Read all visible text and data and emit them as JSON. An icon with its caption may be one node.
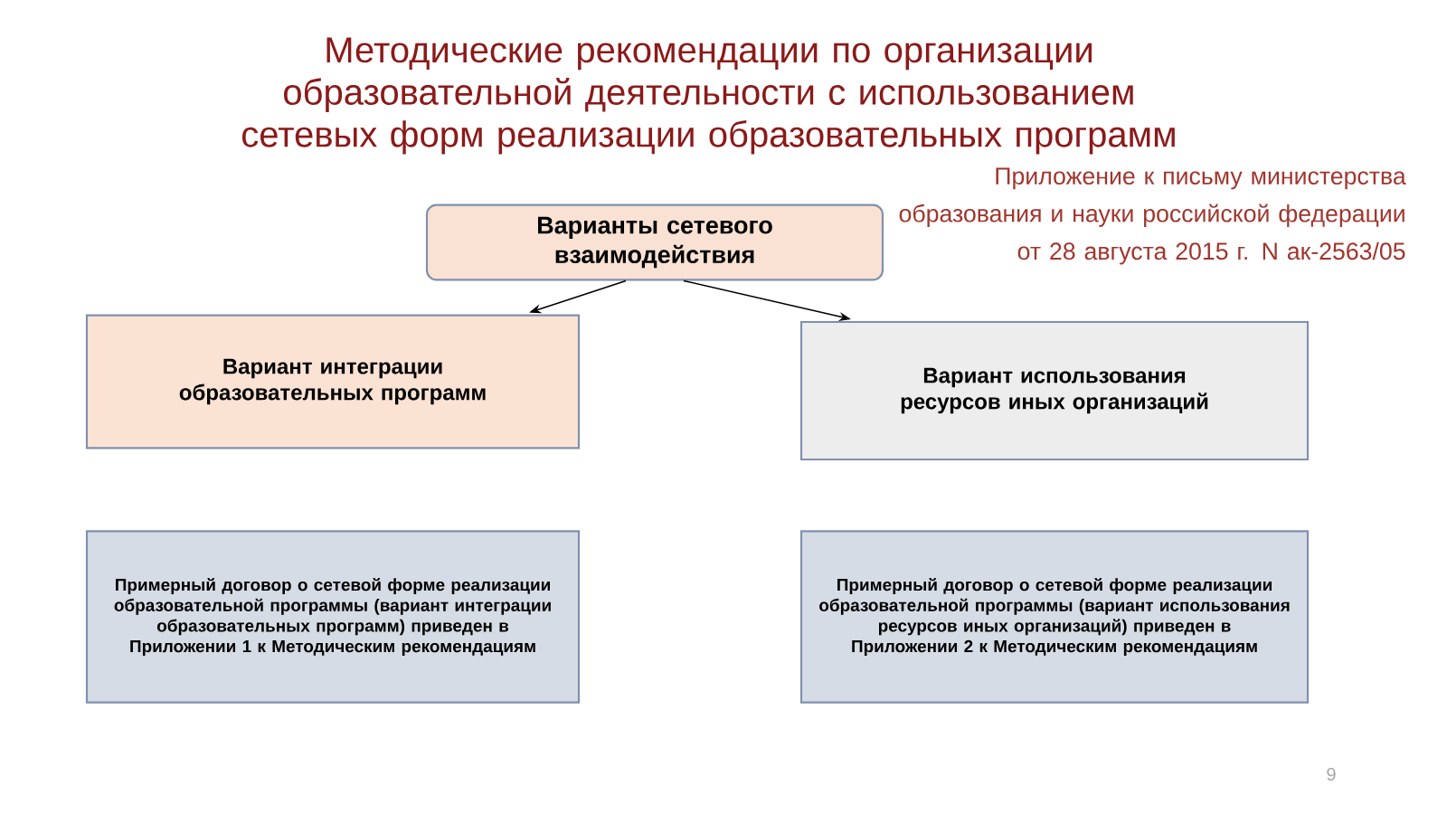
{
  "diagram": {
    "title": "Методические рекомендации по организации образовательной деятельности с использованием сетевых форм реализации образовательных программ",
    "nodes": [
      {
        "text": [
          "Варианты сетевого взаимодействия"
        ]
      },
      {
        "text": [
          "Вариант интеграции образовательных программ"
        ]
      },
      {
        "text": [
          "Вариант использования ресурсов иных организаций"
        ]
      },
      {
        "text": [
          "Примерный договор о сетевой форме реализации образовательной программы (вариант интеграции образовательных программ) приведен в Приложении 1 к Методическим рекомендациям"
        ]
      },
      {
        "text": [
          "Примерный договор о сетевой форме реализации образовательной программы (вариант использования ресурсов иных организаций) приведен в Приложении 2 к Методическим рекомендациям"
        ]
      }
    ],
    "edges": [
      {
        "from": 0,
        "to": 1,
        "arrow": "to"
      },
      {
        "from": 0,
        "to": 2,
        "arrow": "to"
      }
    ],
    "labels": [
      "Приложение к письму министерства образования и науки российской федерации от 28 августа 2015 г. N ак-2563/05",
      "9"
    ]
  }
}
